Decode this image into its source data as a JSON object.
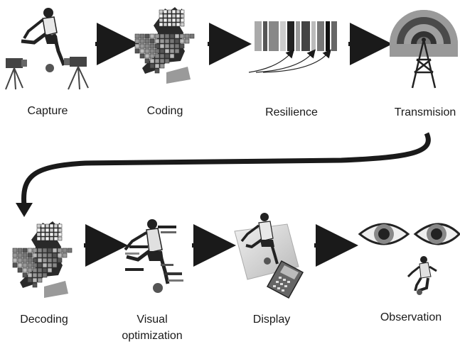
{
  "diagram": {
    "stages_top": [
      {
        "id": "capture",
        "label": "Capture",
        "icon": "soccer-player-cameras-icon"
      },
      {
        "id": "coding",
        "label": "Coding",
        "icon": "pixelated-player-icon"
      },
      {
        "id": "resilience",
        "label": "Resilience",
        "icon": "barcode-arrows-icon"
      },
      {
        "id": "transmission",
        "label": "Transmision",
        "icon": "radio-tower-icon"
      }
    ],
    "stages_bottom": [
      {
        "id": "decoding",
        "label": "Decoding",
        "icon": "pixelated-player-icon"
      },
      {
        "id": "visual_optimization",
        "label_line1": "Visual",
        "label_line2": "optimization",
        "icon": "player-motion-blur-icon"
      },
      {
        "id": "display",
        "label": "Display",
        "icon": "display-phone-icon"
      },
      {
        "id": "observation",
        "label": "Observation",
        "icon": "eyes-player-icon"
      }
    ],
    "connector": "curved-arrow-from-transmission-to-decoding"
  },
  "colors": {
    "ink": "#1a1a1a",
    "gray": "#8a8a8a",
    "light": "#d8d8d8",
    "dark": "#3a3a3a"
  }
}
